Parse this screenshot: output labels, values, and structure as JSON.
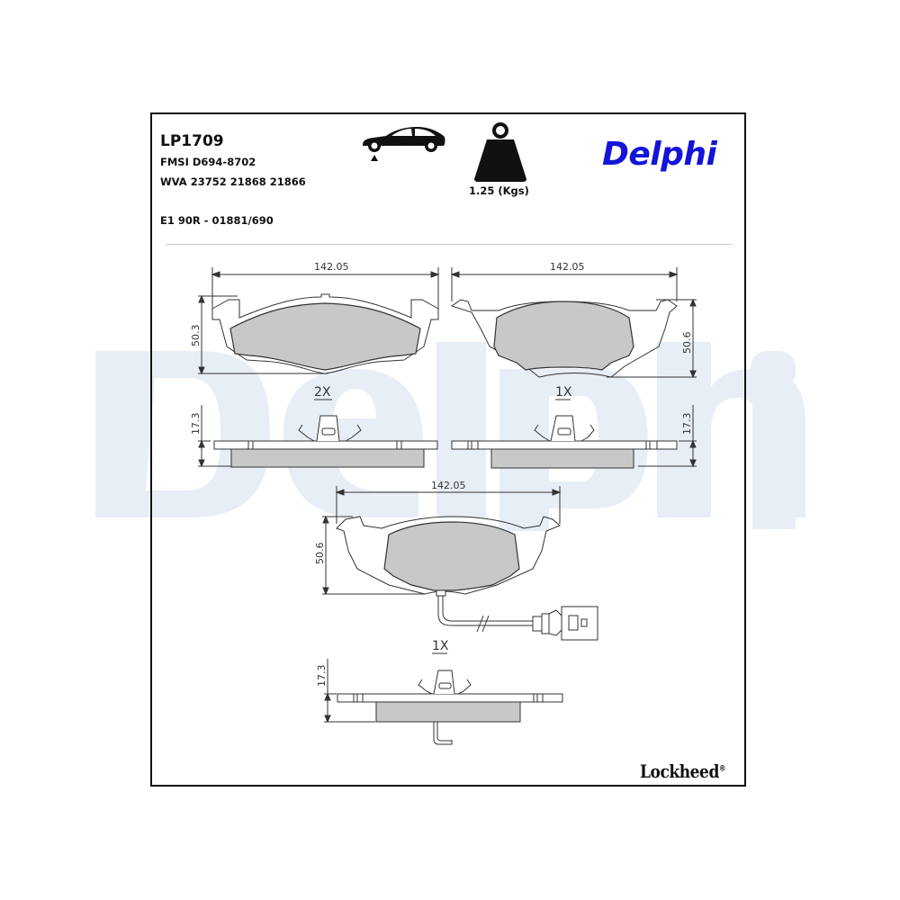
{
  "header": {
    "part_number": "LP1709",
    "fmsi": "FMSI D694-8702",
    "wva": "WVA 23752 21868 21866",
    "approval": "E1 90R - 01881/690",
    "axle_icon": "car-front-axle-icon",
    "weight_icon": "weight-icon",
    "weight_label": "1.25 (Kgs)",
    "brand": "Delphi",
    "brand_color": "#1414d8"
  },
  "watermark": {
    "text": "Delphi",
    "color": "#e8eef5"
  },
  "drawings": {
    "pad_outer": {
      "width_dim": "142.05",
      "height_dim": "50.3"
    },
    "pad_inner": {
      "width_dim": "142.05",
      "height_dim": "50.6"
    },
    "pad_sensor": {
      "width_dim": "142.05",
      "height_dim": "50.6"
    },
    "side_outer": {
      "qty": "2X",
      "thickness_dim": "17.3"
    },
    "side_inner": {
      "qty": "1X",
      "thickness_dim": "17.3"
    },
    "side_sensor": {
      "qty": "1X",
      "thickness_dim": "17.3"
    },
    "friction_color": "#c8c8c8"
  },
  "footer": {
    "brand": "Lockheed",
    "reg_mark": "®"
  }
}
